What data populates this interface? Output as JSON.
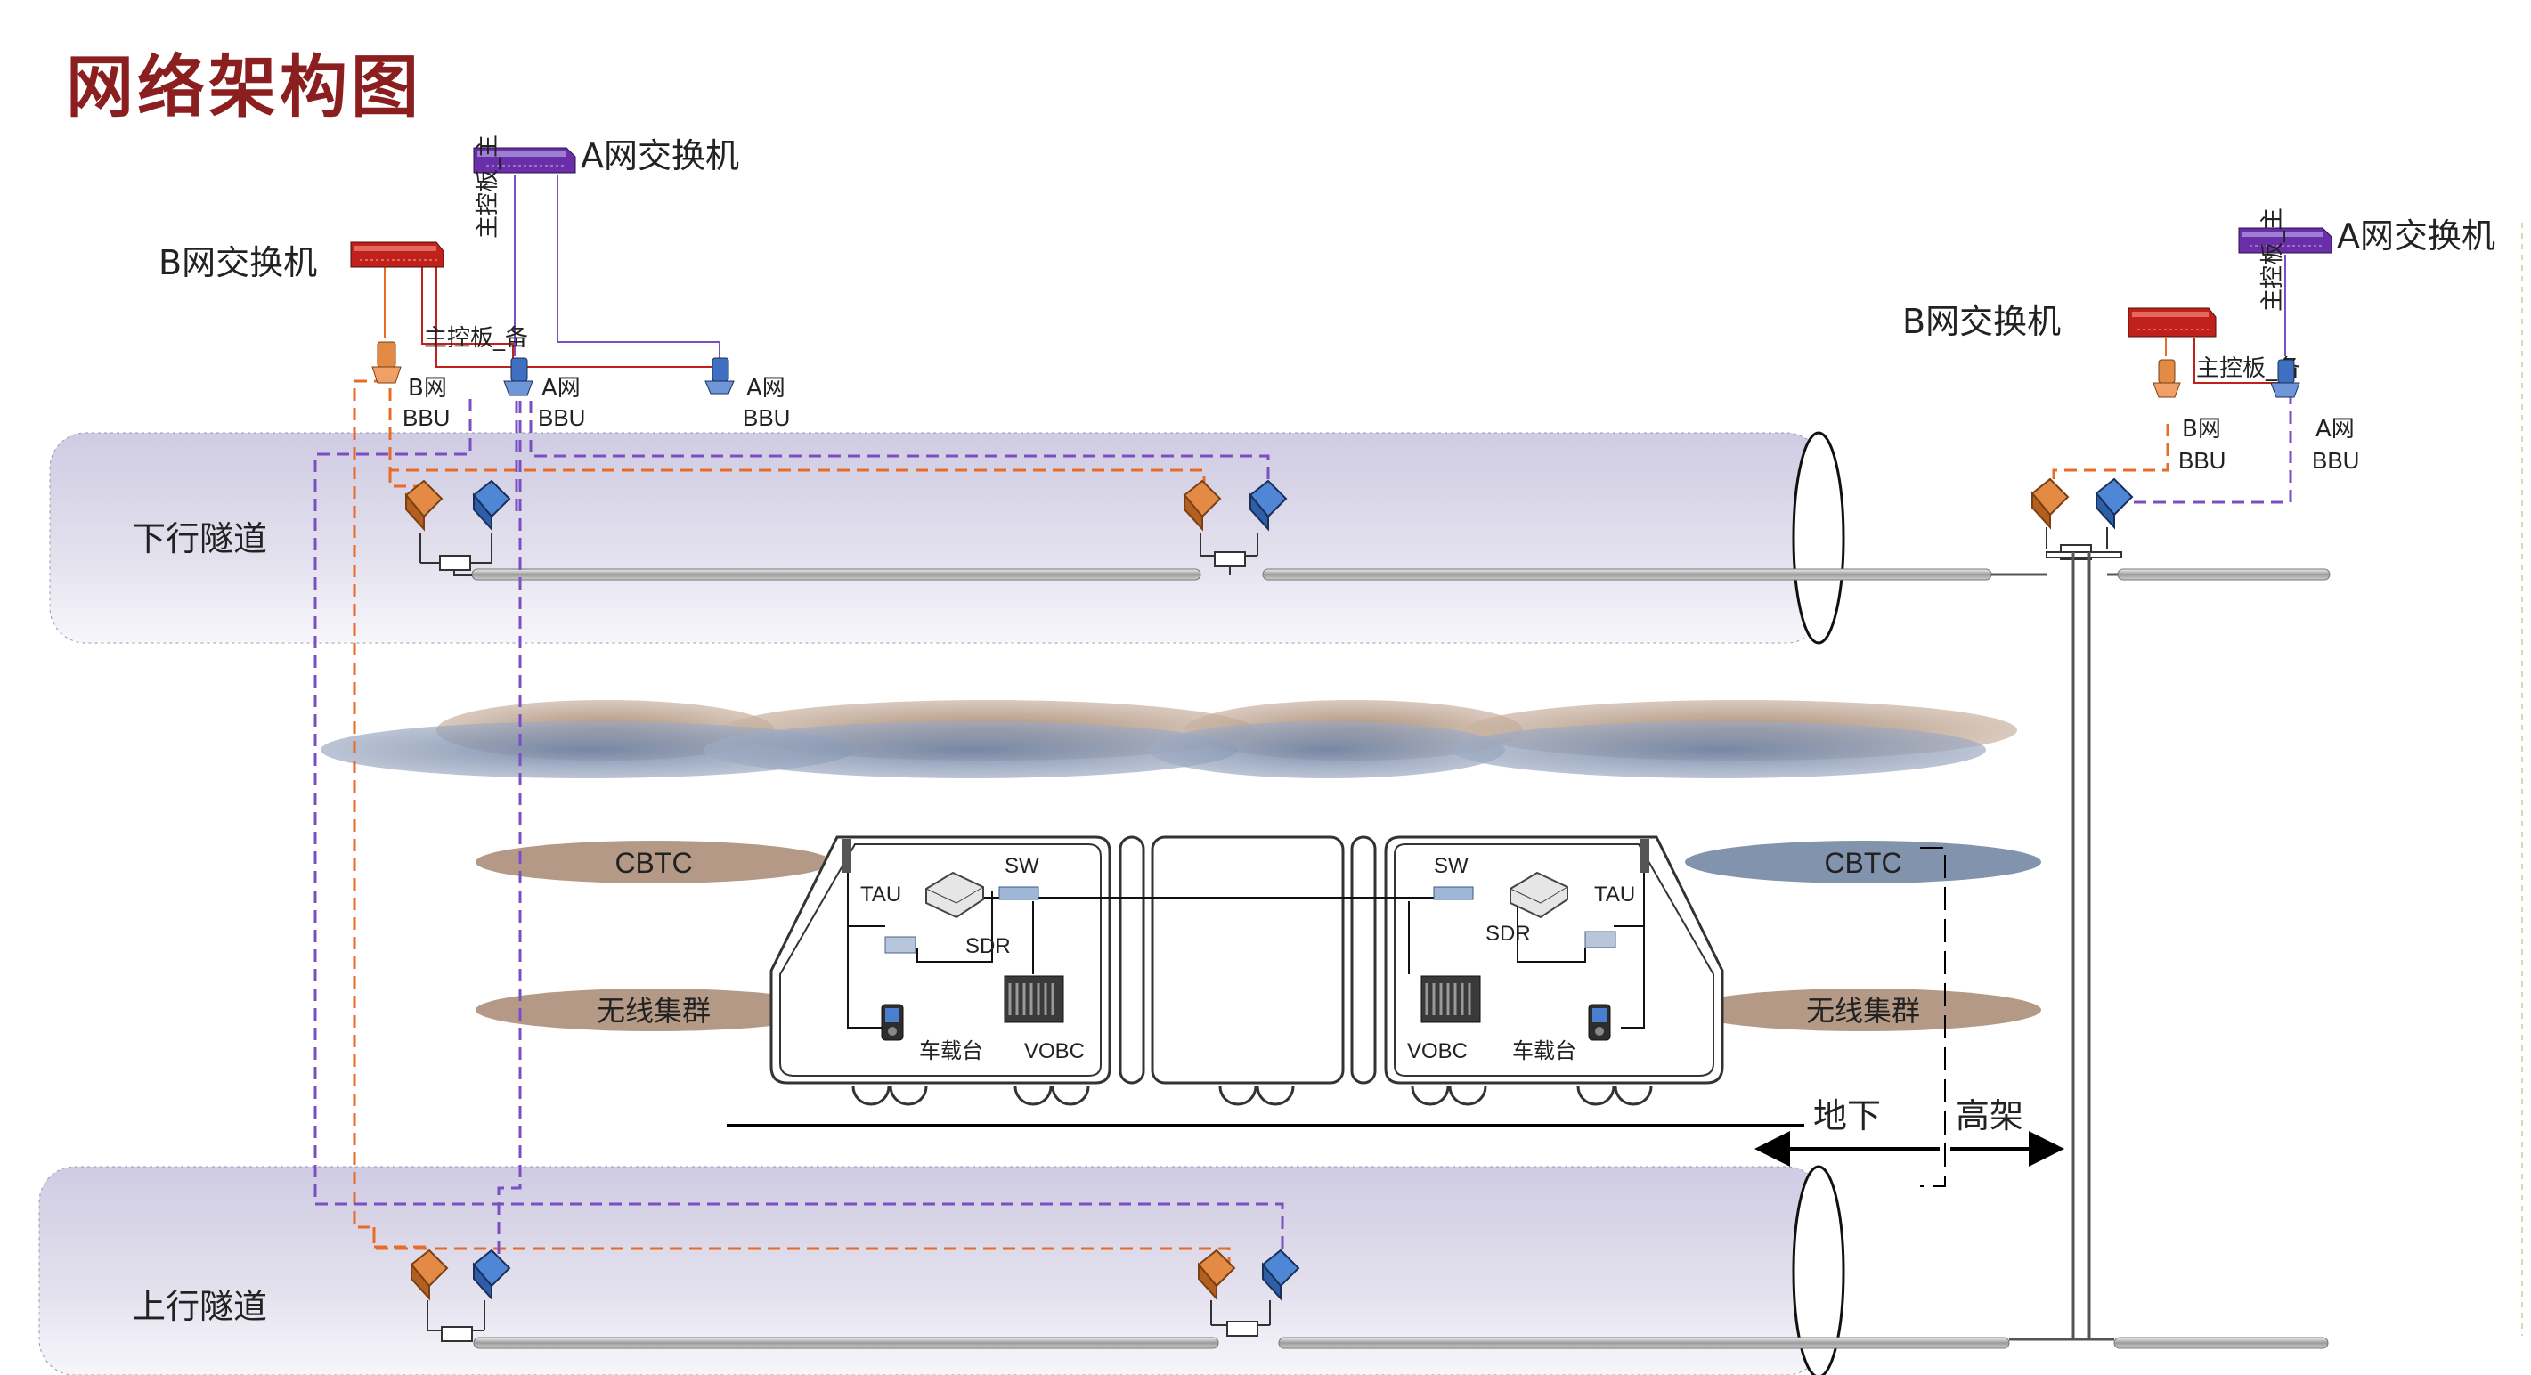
{
  "title": "网络架构图",
  "labels": {
    "a_switch_left": "A网交换机",
    "b_switch_left": "B网交换机",
    "a_switch_right": "A网交换机",
    "b_switch_right": "B网交换机",
    "main_board_main": "主控板_主",
    "main_board_backup": "主控板_备",
    "b_bbu_line1": "B网",
    "a_bbu_line1": "A网",
    "bbu": "BBU",
    "down_tunnel": "下行隧道",
    "up_tunnel": "上行隧道",
    "cbtc": "CBTC",
    "trunking": "无线集群",
    "tau": "TAU",
    "sw": "SW",
    "sdr": "SDR",
    "vobc": "VOBC",
    "onboard_console": "车载台",
    "underground": "地下",
    "elevated": "高架"
  },
  "colors": {
    "title": "#8b1f1f",
    "a_network": "#7a4fc2",
    "b_network": "#e86b28",
    "switch_a": "#6a2fa8",
    "switch_b": "#c0221b",
    "tunnel_fill": "#d9d6e8",
    "cbtc_brown": "#b49a86",
    "cbtc_blue": "#8293ad"
  }
}
